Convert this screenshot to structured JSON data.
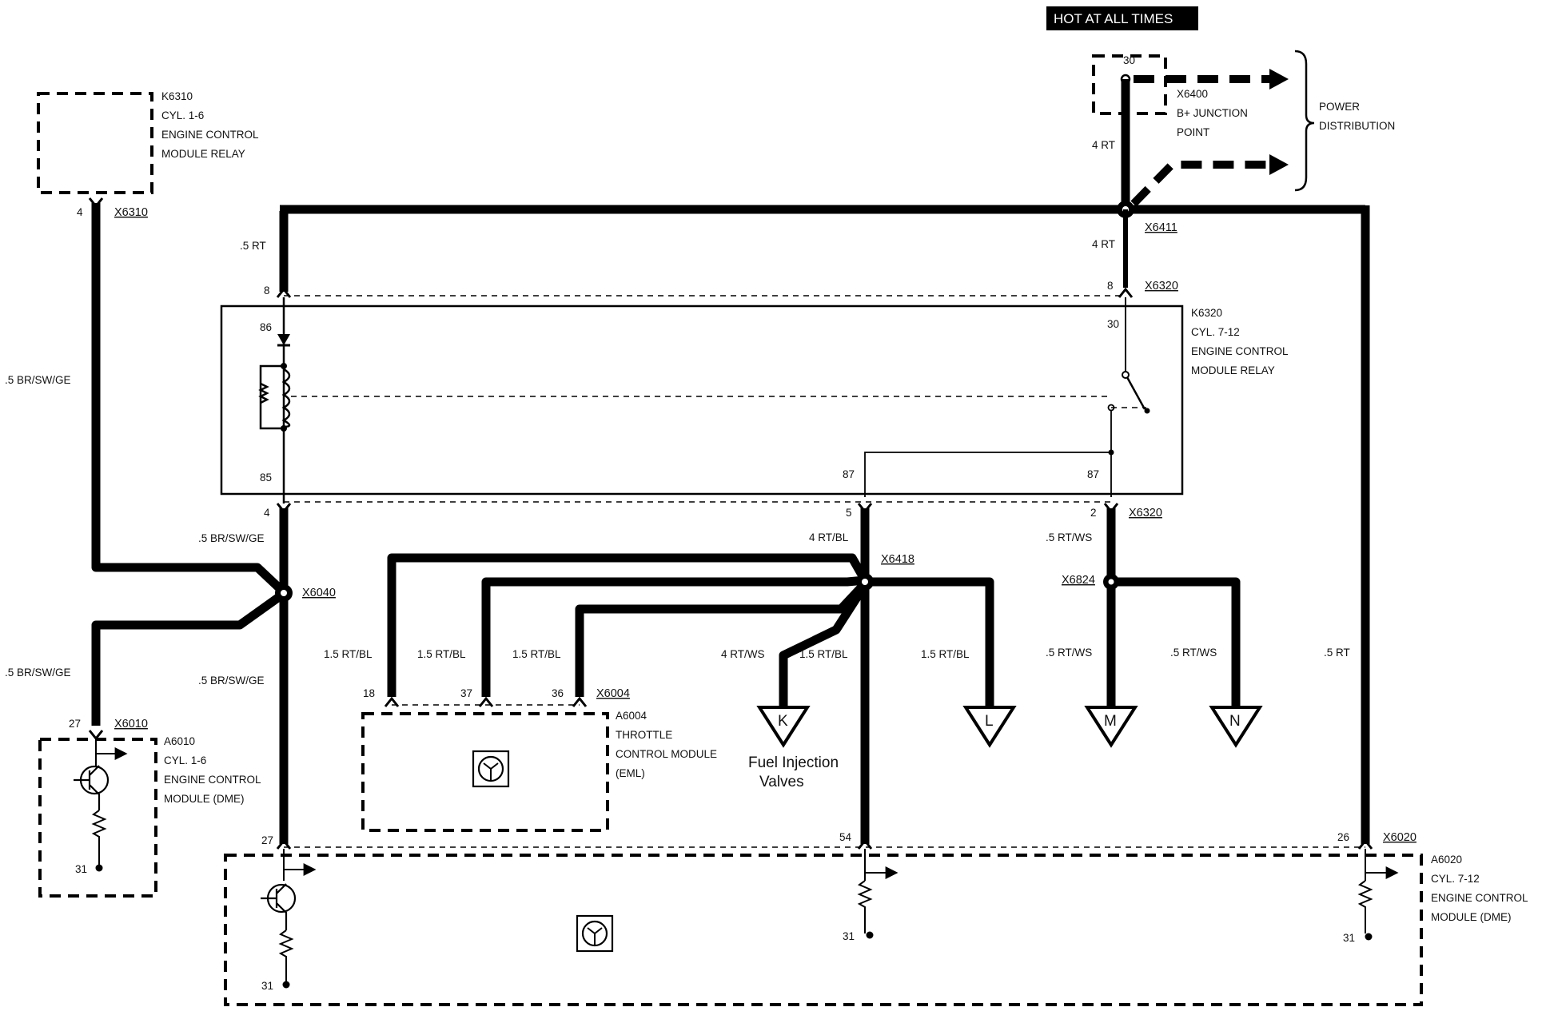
{
  "header": {
    "hot_label": "HOT AT ALL TIMES"
  },
  "power": {
    "pin30": "30",
    "connector": "X6400",
    "junction_line1": "B+ JUNCTION",
    "junction_line2": "POINT",
    "dist_line1": "POWER",
    "dist_line2": "DISTRIBUTION",
    "wire_upper": "4 RT",
    "wire_lower": "4 RT",
    "splice": "X6411"
  },
  "k6310": {
    "id": "K6310",
    "line1": "CYL. 1-6",
    "line2": "ENGINE CONTROL",
    "line3": "MODULE RELAY",
    "pin": "4",
    "connector": "X6310",
    "wire": ".5 BR/SW/GE"
  },
  "k6320": {
    "id": "K6320",
    "line1": "CYL. 7-12",
    "line2": "ENGINE CONTROL",
    "line3": "MODULE RELAY",
    "pin86": "86",
    "pin85": "85",
    "pin30": "30",
    "pin87a": "87",
    "pin87b": "87",
    "pin_left_top": "8",
    "pin_right_top": "8",
    "pin_left_bot": "4",
    "pin_mid_bot": "5",
    "pin_right_bot": "2",
    "conn_top": "X6320",
    "conn_bot": "X6320",
    "wire_left": ".5 RT"
  },
  "x6040": {
    "id": "X6040",
    "wire_top": ".5 BR/SW/GE",
    "wire_bottom": ".5 BR/SW/GE",
    "wire_left_bottom": ".5 BR/SW/GE"
  },
  "a6010": {
    "id": "A6010",
    "line1": "CYL. 1-6",
    "line2": "ENGINE CONTROL",
    "line3": "MODULE (DME)",
    "pin": "27",
    "connector": "X6010",
    "ground": "31"
  },
  "x6418": {
    "id": "X6418",
    "wire_in": "4 RT/BL",
    "w18": "1.5 RT/BL",
    "w37": "1.5 RT/BL",
    "w36": "1.5 RT/BL",
    "wK": "4 RT/WS",
    "wDown": "1.5 RT/BL",
    "wL": "1.5 RT/BL"
  },
  "a6004": {
    "id": "A6004",
    "line1": "THROTTLE",
    "line2": "CONTROL MODULE",
    "line3": "(EML)",
    "connector": "X6004",
    "pin18": "18",
    "pin37": "37",
    "pin36": "36"
  },
  "x6824": {
    "id": "X6824",
    "wire_in": ".5 RT/WS",
    "wM": ".5 RT/WS",
    "wN": ".5 RT/WS"
  },
  "terminals": {
    "K": "K",
    "L": "L",
    "M": "M",
    "N": "N",
    "fi_line1": "Fuel Injection",
    "fi_line2": "Valves"
  },
  "right_wire": ".5 RT",
  "a6020": {
    "id": "A6020",
    "line1": "CYL. 7-12",
    "line2": "ENGINE CONTROL",
    "line3": "MODULE (DME)",
    "connector": "X6020",
    "pin27": "27",
    "pin54": "54",
    "pin26": "26",
    "gnd1": "31",
    "gnd2": "31",
    "gnd3": "31"
  }
}
